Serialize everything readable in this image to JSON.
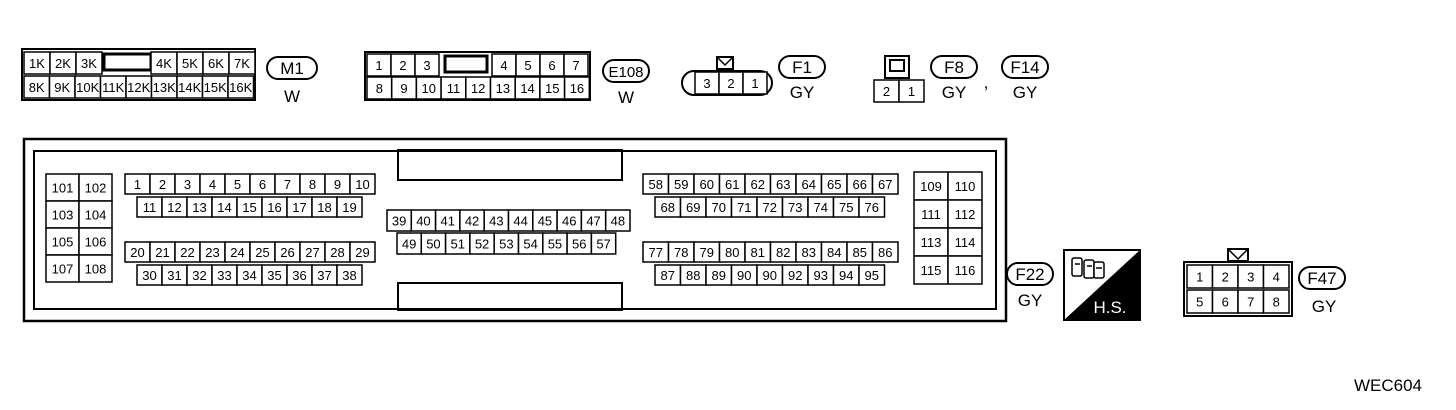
{
  "connectors": {
    "m1": {
      "id": "M1",
      "color": "W",
      "top_left": [
        "1K",
        "2K",
        "3K"
      ],
      "top_right": [
        "4K",
        "5K",
        "6K",
        "7K"
      ],
      "bottom": [
        "8K",
        "9K",
        "10K",
        "11K",
        "12K",
        "13K",
        "14K",
        "15K",
        "16K"
      ]
    },
    "e108": {
      "id": "E108",
      "color": "W",
      "top_left": [
        "1",
        "2",
        "3"
      ],
      "top_right": [
        "4",
        "5",
        "6",
        "7"
      ],
      "bottom": [
        "8",
        "9",
        "10",
        "11",
        "12",
        "13",
        "14",
        "15",
        "16"
      ]
    },
    "f1": {
      "id": "F1",
      "color": "GY",
      "pins": [
        "3",
        "2",
        "1"
      ]
    },
    "f8_f14": {
      "id_a": "F8",
      "id_b": "F14",
      "separator": ",",
      "color_a": "GY",
      "color_b": "GY",
      "pins": [
        "2",
        "1"
      ]
    },
    "f22": {
      "id": "F22",
      "color": "GY",
      "left_block": [
        "101",
        "102",
        "103",
        "104",
        "105",
        "106",
        "107",
        "108"
      ],
      "block_a_top": [
        "1",
        "2",
        "3",
        "4",
        "5",
        "6",
        "7",
        "8",
        "9",
        "10"
      ],
      "block_a_bottom": [
        "11",
        "12",
        "13",
        "14",
        "15",
        "16",
        "17",
        "18",
        "19"
      ],
      "block_b_top": [
        "20",
        "21",
        "22",
        "23",
        "24",
        "25",
        "26",
        "27",
        "28",
        "29"
      ],
      "block_b_bottom": [
        "30",
        "31",
        "32",
        "33",
        "34",
        "35",
        "36",
        "37",
        "38"
      ],
      "middle_top": [
        "39",
        "40",
        "41",
        "42",
        "43",
        "44",
        "45",
        "46",
        "47",
        "48"
      ],
      "middle_bottom": [
        "49",
        "50",
        "51",
        "52",
        "53",
        "54",
        "55",
        "56",
        "57"
      ],
      "block_c_top": [
        "58",
        "59",
        "60",
        "61",
        "62",
        "63",
        "64",
        "65",
        "66",
        "67"
      ],
      "block_c_bottom": [
        "68",
        "69",
        "70",
        "71",
        "72",
        "73",
        "74",
        "75",
        "76"
      ],
      "block_d_top": [
        "77",
        "78",
        "79",
        "80",
        "81",
        "82",
        "83",
        "84",
        "85",
        "86"
      ],
      "block_d_bottom": [
        "87",
        "88",
        "89",
        "90",
        "90",
        "92",
        "93",
        "94",
        "95"
      ],
      "right_block": [
        "109",
        "110",
        "111",
        "112",
        "113",
        "114",
        "115",
        "116"
      ]
    },
    "hs": {
      "label": "H.S.",
      "icon": "harness-side-icon"
    },
    "f47": {
      "id": "F47",
      "color": "GY",
      "top": [
        "1",
        "2",
        "3",
        "4"
      ],
      "bottom": [
        "5",
        "6",
        "7",
        "8"
      ]
    }
  },
  "figure_code": "WEC604"
}
